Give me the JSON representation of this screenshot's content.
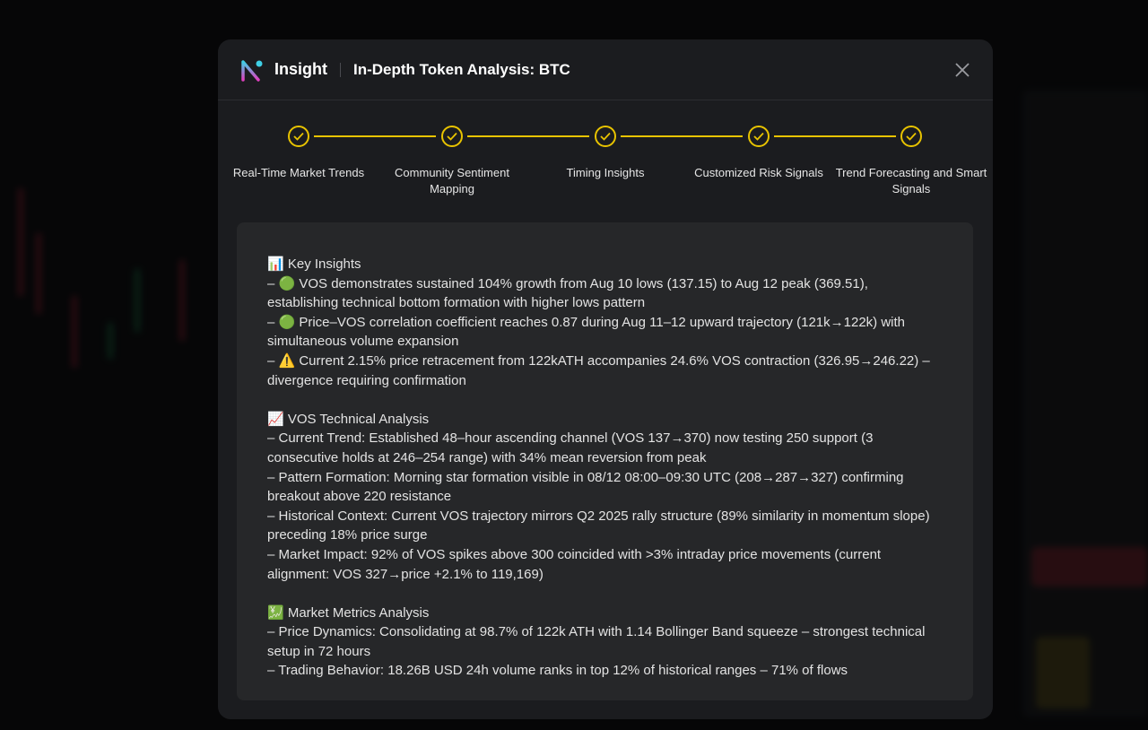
{
  "header": {
    "brand": "Insight",
    "title": "In-Depth Token Analysis: BTC"
  },
  "steps": [
    {
      "label": "Real-Time Market Trends",
      "done": true
    },
    {
      "label": "Community Sentiment Mapping",
      "done": true
    },
    {
      "label": "Timing Insights",
      "done": true
    },
    {
      "label": "Customized Risk Signals",
      "done": true
    },
    {
      "label": "Trend Forecasting and Smart Signals",
      "done": true
    }
  ],
  "colors": {
    "accent": "#e8c300",
    "modal_bg": "#1b1c1f",
    "content_bg": "#262729"
  },
  "sections": [
    {
      "heading": "📊 Key Insights",
      "lines": [
        "– 🟢 VOS demonstrates sustained 104% growth from Aug 10 lows (137.15) to Aug 12 peak (369.51), establishing technical bottom formation with higher lows pattern",
        "– 🟢 Price–VOS correlation coefficient reaches 0.87 during Aug 11–12 upward trajectory (121k→122k) with simultaneous volume expansion",
        "– ⚠️ Current 2.15% price retracement from 122kATH accompanies 24.6% VOS contraction (326.95→246.22) – divergence requiring confirmation"
      ]
    },
    {
      "heading": "📈 VOS Technical Analysis",
      "lines": [
        "– Current Trend: Established 48–hour ascending channel (VOS 137→370) now testing 250 support (3 consecutive holds at 246–254 range) with 34% mean reversion from peak",
        "– Pattern Formation: Morning star formation visible in 08/12 08:00–09:30 UTC (208→287→327) confirming breakout above 220 resistance",
        "– Historical Context: Current VOS trajectory mirrors Q2 2025 rally structure (89% similarity in momentum slope) preceding 18% price surge",
        "– Market Impact: 92% of VOS spikes above 300 coincided with >3% intraday price movements (current alignment: VOS 327→price +2.1% to 119,169)"
      ]
    },
    {
      "heading": "💹 Market Metrics Analysis",
      "lines": [
        "– Price Dynamics: Consolidating at 98.7% of 122k ATH with 1.14 Bollinger Band squeeze – strongest technical setup in 72 hours",
        "– Trading Behavior: 18.26B USD 24h volume ranks in top 12% of historical ranges – 71% of flows"
      ]
    }
  ]
}
